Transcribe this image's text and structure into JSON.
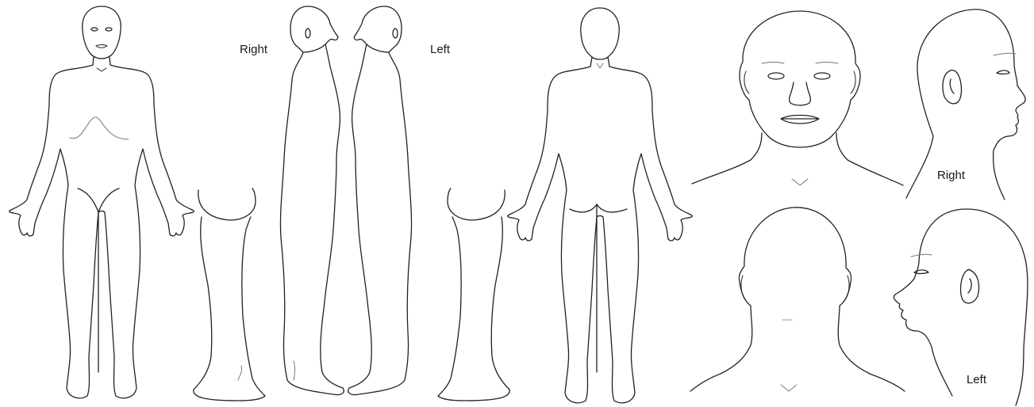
{
  "labels": {
    "side_right": "Right",
    "side_left": "Left",
    "head_right": "Right",
    "head_left": "Left"
  },
  "colors": {
    "line": "#222222",
    "background": "#ffffff"
  },
  "figures": [
    "body-front",
    "body-side-right",
    "leg-right",
    "body-side-left",
    "leg-left",
    "body-back",
    "head-front",
    "head-side-right",
    "head-back",
    "head-side-left"
  ]
}
